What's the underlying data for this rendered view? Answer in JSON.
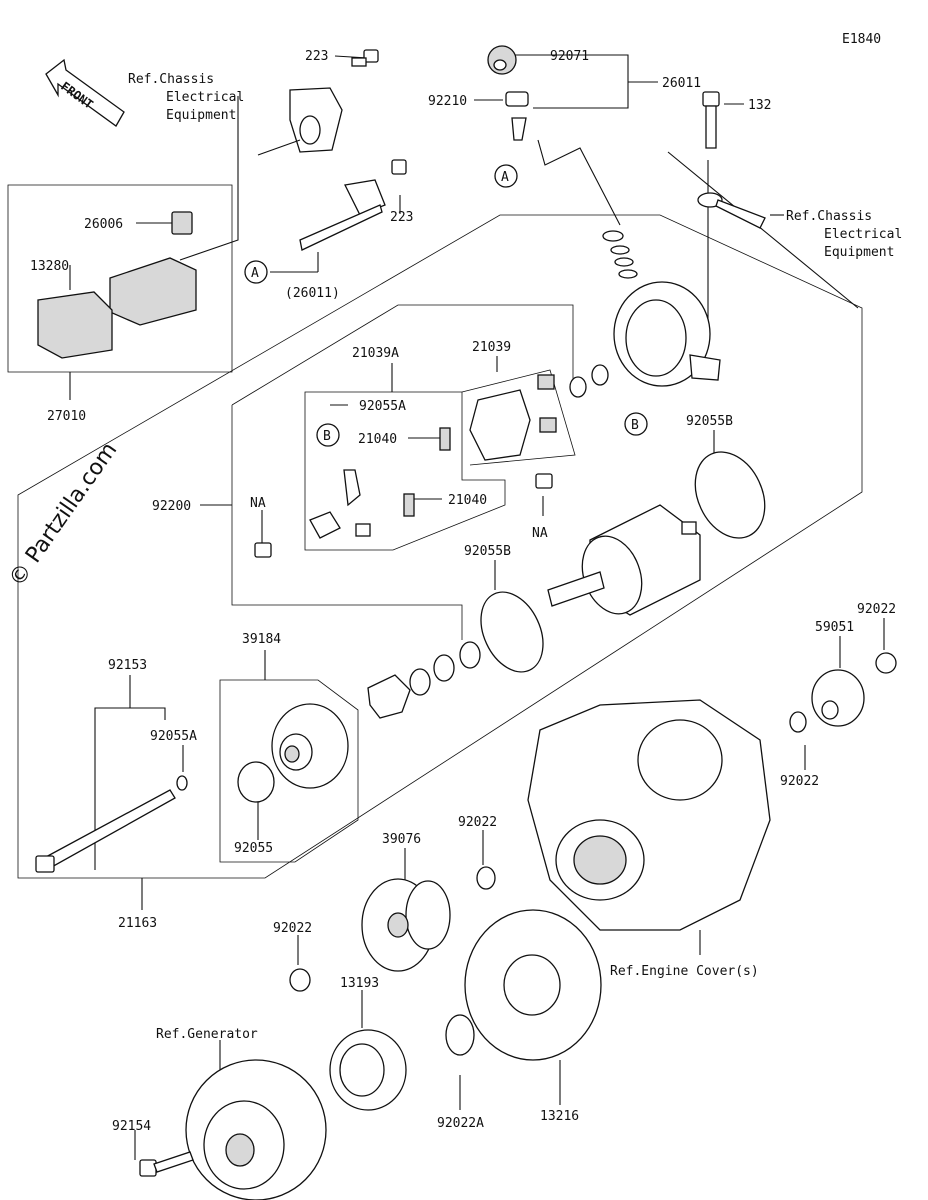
{
  "diagram_code": "E1840",
  "watermark": "© Partzilla.com",
  "front_marker": "FRONT",
  "callouts": {
    "a": "A",
    "b": "B",
    "na": "NA"
  },
  "labels": {
    "p223_top": "223",
    "p223_mid": "223",
    "p92071": "92071",
    "p26011": "26011",
    "p92210": "92210",
    "p132": "132",
    "p26006": "26006",
    "p13280": "13280",
    "p26011_paren": "(26011)",
    "p27010": "27010",
    "p21039A": "21039A",
    "p21039": "21039",
    "p92055A_top": "92055A",
    "p21040_top": "21040",
    "p21040_mid": "21040",
    "p92200": "92200",
    "p92055B_right": "92055B",
    "p92055B_mid": "92055B",
    "p92022_a": "92022",
    "p59051": "59051",
    "p92022_b": "92022",
    "p92153": "92153",
    "p39184": "39184",
    "p92055A_left": "92055A",
    "p92055": "92055",
    "p92022_c": "92022",
    "p39076": "39076",
    "p21163": "21163",
    "p92022_d": "92022",
    "p13193": "13193",
    "p92022A": "92022A",
    "p13216": "13216",
    "p92154": "92154"
  },
  "refs": {
    "chassis_top": [
      "Ref.Chassis",
      "Electrical",
      "Equipment"
    ],
    "chassis_right": [
      "Ref.Chassis",
      "Electrical",
      "Equipment"
    ],
    "engine_cover": "Ref.Engine Cover(s)",
    "generator": "Ref.Generator"
  }
}
